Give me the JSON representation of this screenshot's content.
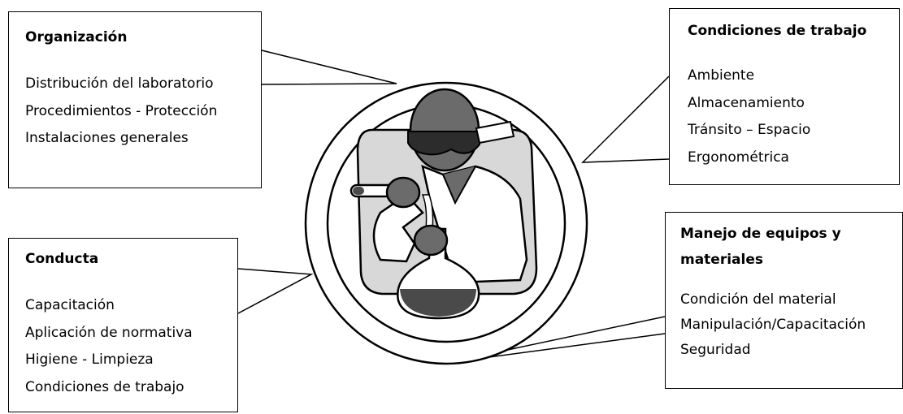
{
  "boxes": {
    "organizacion": {
      "title": "Organización",
      "items": [
        "Distribución del laboratorio",
        "Procedimientos - Protección",
        "Instalaciones generales"
      ]
    },
    "condiciones": {
      "title": "Condiciones de trabajo",
      "items": [
        "Ambiente",
        "Almacenamiento",
        "Tránsito – Espacio",
        "Ergonométrica"
      ]
    },
    "conducta": {
      "title": "Conducta",
      "items": [
        "Capacitación",
        "Aplicación de normativa",
        "Higiene - Limpieza",
        "Condiciones de trabajo"
      ]
    },
    "manejo": {
      "title_line1": "Manejo de equipos y",
      "title_line2": "materiales",
      "items": [
        "Condición del material",
        "Manipulación/Capacitación",
        "Seguridad"
      ]
    }
  },
  "illustration": {
    "subject": "scientist-with-goggles-and-flask",
    "colors": {
      "figure": "#6b6b6b",
      "background": "#d6d6d6",
      "liquid": "#4a4a4a",
      "outline": "#000000"
    }
  }
}
